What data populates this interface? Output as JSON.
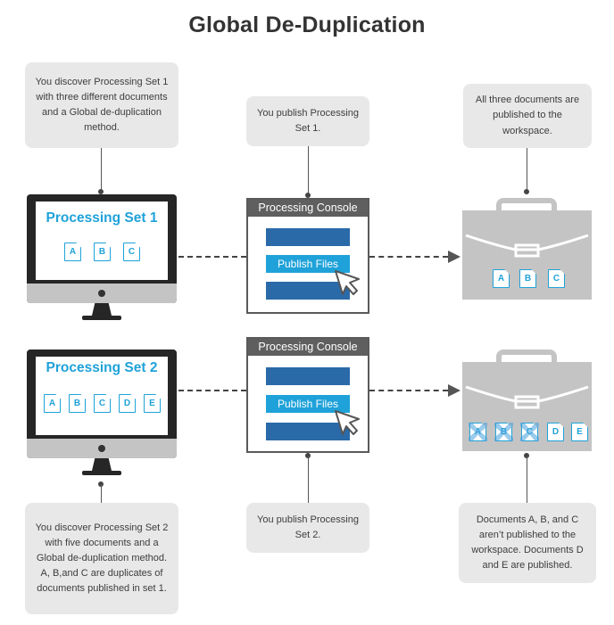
{
  "title": "Global De-Duplication",
  "notes": {
    "discover_set1": "You discover Processing Set 1 with three different documents and a Global de-duplication method.",
    "publish_set1": "You publish Processing Set 1.",
    "published_all": "All three documents are published to the workspace.",
    "discover_set2": "You discover Processing Set 2 with five documents and a Global de-duplication method. A, B,and C are duplicates of documents published in set 1.",
    "publish_set2": "You publish Processing Set 2.",
    "result_set2": "Documents A, B, and C aren’t published to the workspace. Documents D and E are published."
  },
  "row1": {
    "set_label": "Processing Set 1",
    "docs": [
      "A",
      "B",
      "C"
    ],
    "console_title": "Processing Console",
    "publish_button": "Publish Files",
    "workspace_docs": [
      "A",
      "B",
      "C"
    ]
  },
  "row2": {
    "set_label": "Processing Set 2",
    "docs": [
      "A",
      "B",
      "C",
      "D",
      "E"
    ],
    "console_title": "Processing Console",
    "publish_button": "Publish Files",
    "workspace_docs": [
      "A",
      "B",
      "C",
      "D",
      "E"
    ],
    "blocked_docs": [
      "A",
      "B",
      "C"
    ]
  },
  "colors": {
    "accent_blue": "#1fa2d9",
    "bar_blue": "#2a6aa8",
    "gray_box": "#e8e8e8",
    "dark": "#262626",
    "briefcase": "#c4c4c4"
  }
}
